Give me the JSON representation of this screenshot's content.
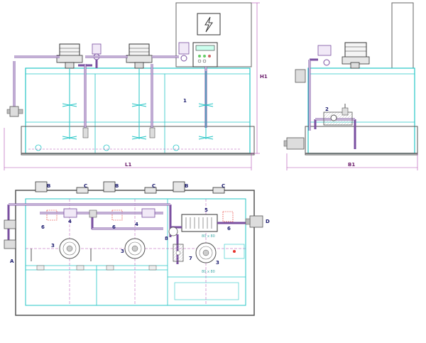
{
  "colors": {
    "tank": "#26c6c6",
    "pipe": "#7a4fa0",
    "pipeFill": "#f1e9f7",
    "metal": "#888888",
    "dim": "#b04bb0",
    "label": "#1a1a6e",
    "danger": "#e6322c"
  },
  "front_view": {
    "label_tank": "1",
    "dim_length": "L1",
    "dim_height": "H1"
  },
  "side_view": {
    "label_valve": "2",
    "dim_width": "B1"
  },
  "top_view": {
    "labels": {
      "A": "A",
      "B1": "B",
      "B2": "B",
      "B3": "B",
      "C1": "C",
      "C2": "C",
      "C3": "C",
      "D": "D",
      "n3a": "3",
      "n3b": "3",
      "n3c": "3",
      "n4a": "4",
      "n4b": "4",
      "n5": "5",
      "n6a": "6",
      "n6b": "6",
      "n6c": "6",
      "n7": "7",
      "n8": "8"
    },
    "panel_notes": [
      "80 x 80",
      "80 x 80"
    ]
  },
  "icons": {
    "control_box": "lightning-warning-icon"
  }
}
